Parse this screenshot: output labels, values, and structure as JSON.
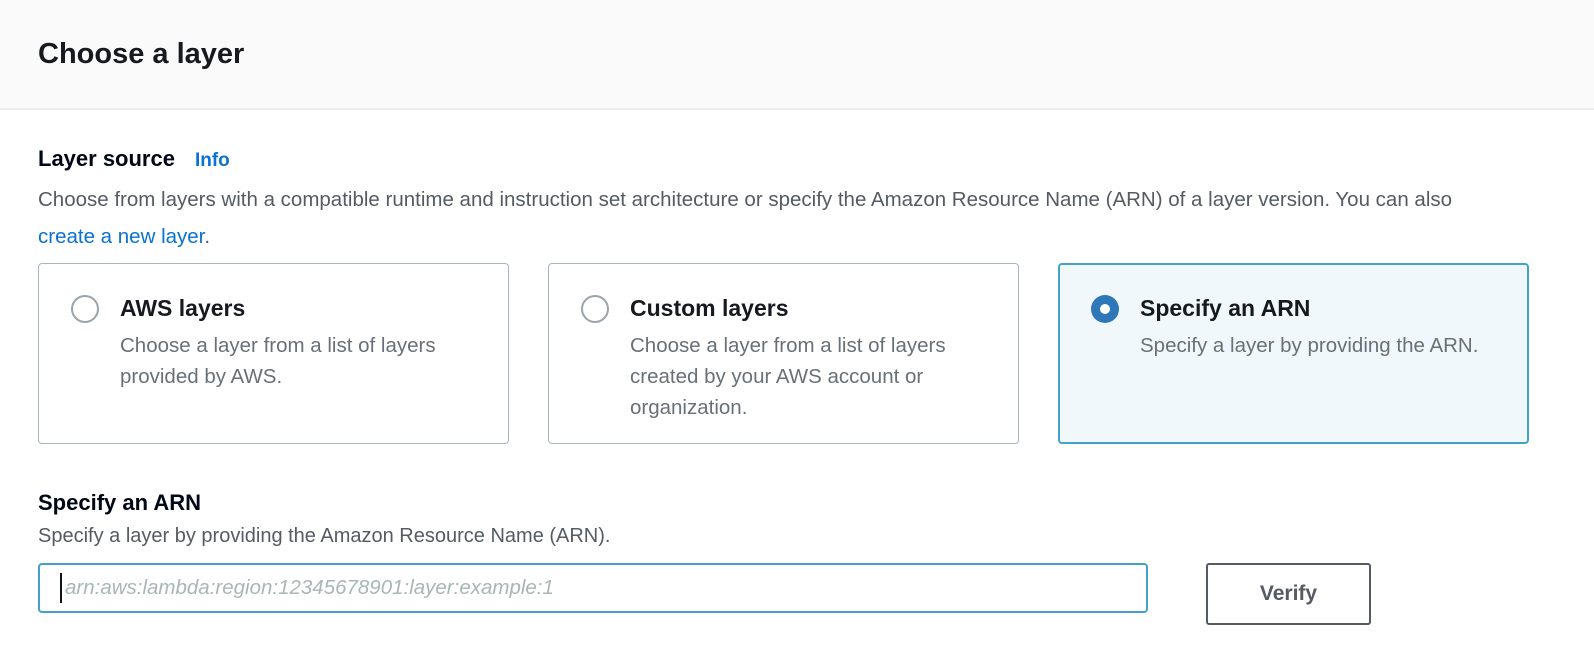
{
  "header": {
    "title": "Choose a layer"
  },
  "layer_source": {
    "label": "Layer source",
    "info_link": "Info",
    "description_before": "Choose from layers with a compatible runtime and instruction set architecture or specify the Amazon Resource Name (ARN) of a layer version. You can also ",
    "link_text": "create a new layer",
    "description_after": "."
  },
  "options": [
    {
      "title": "AWS layers",
      "description": "Choose a layer from a list of layers provided by AWS.",
      "selected": false
    },
    {
      "title": "Custom layers",
      "description": "Choose a layer from a list of layers created by your AWS account or organization.",
      "selected": false
    },
    {
      "title": "Specify an ARN",
      "description": "Specify a layer by providing the ARN.",
      "selected": true
    }
  ],
  "arn_section": {
    "title": "Specify an ARN",
    "description": "Specify a layer by providing the Amazon Resource Name (ARN).",
    "input_value": "",
    "input_placeholder": "arn:aws:lambda:region:12345678901:layer:example:1",
    "verify_button": "Verify"
  },
  "colors": {
    "link_blue": "#0972d3",
    "selected_border_blue": "#44a2c9",
    "selected_background": "#f1f8fc",
    "radio_checked_blue": "#2e77b8",
    "header_background": "#fafafa",
    "divider_gray": "#eaeded",
    "body_text_gray": "#545b64",
    "heading_dark": "#16191f"
  }
}
